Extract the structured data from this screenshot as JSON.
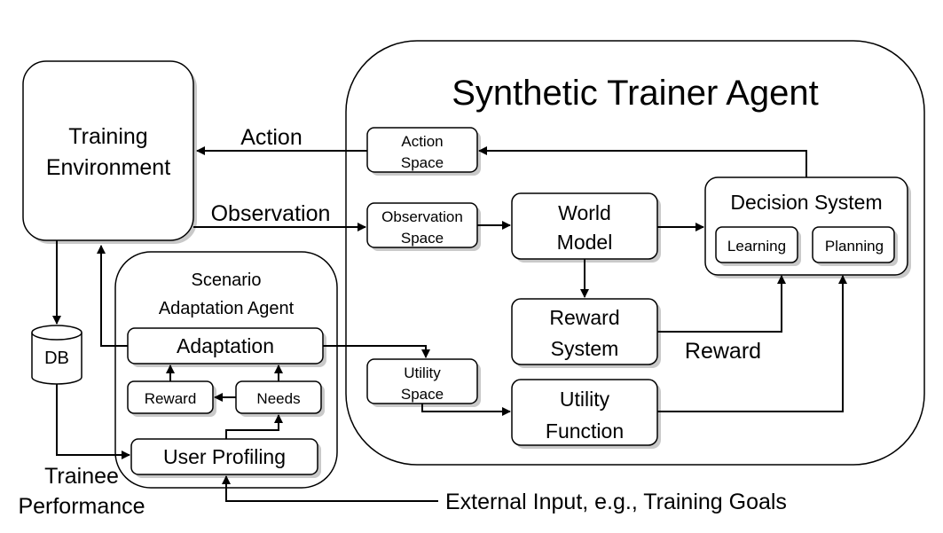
{
  "title": "Synthetic Trainer Agent",
  "nodes": {
    "training_environment": [
      "Training",
      "Environment"
    ],
    "db": "DB",
    "scenario_adaptation_agent": [
      "Scenario",
      "Adaptation Agent"
    ],
    "adaptation": "Adaptation",
    "reward_small": "Reward",
    "needs": "Needs",
    "user_profiling": "User Profiling",
    "action_space": [
      "Action",
      "Space"
    ],
    "observation_space": [
      "Observation",
      "Space"
    ],
    "utility_space": [
      "Utility",
      "Space"
    ],
    "world_model": [
      "World",
      "Model"
    ],
    "reward_system": [
      "Reward",
      "System"
    ],
    "utility_function": [
      "Utility",
      "Function"
    ],
    "decision_system": "Decision System",
    "learning": "Learning",
    "planning": "Planning"
  },
  "edge_labels": {
    "action": "Action",
    "observation": "Observation",
    "reward": "Reward",
    "trainee_performance": [
      "Trainee",
      "Performance"
    ],
    "external_input": "External Input, e.g., Training Goals"
  }
}
